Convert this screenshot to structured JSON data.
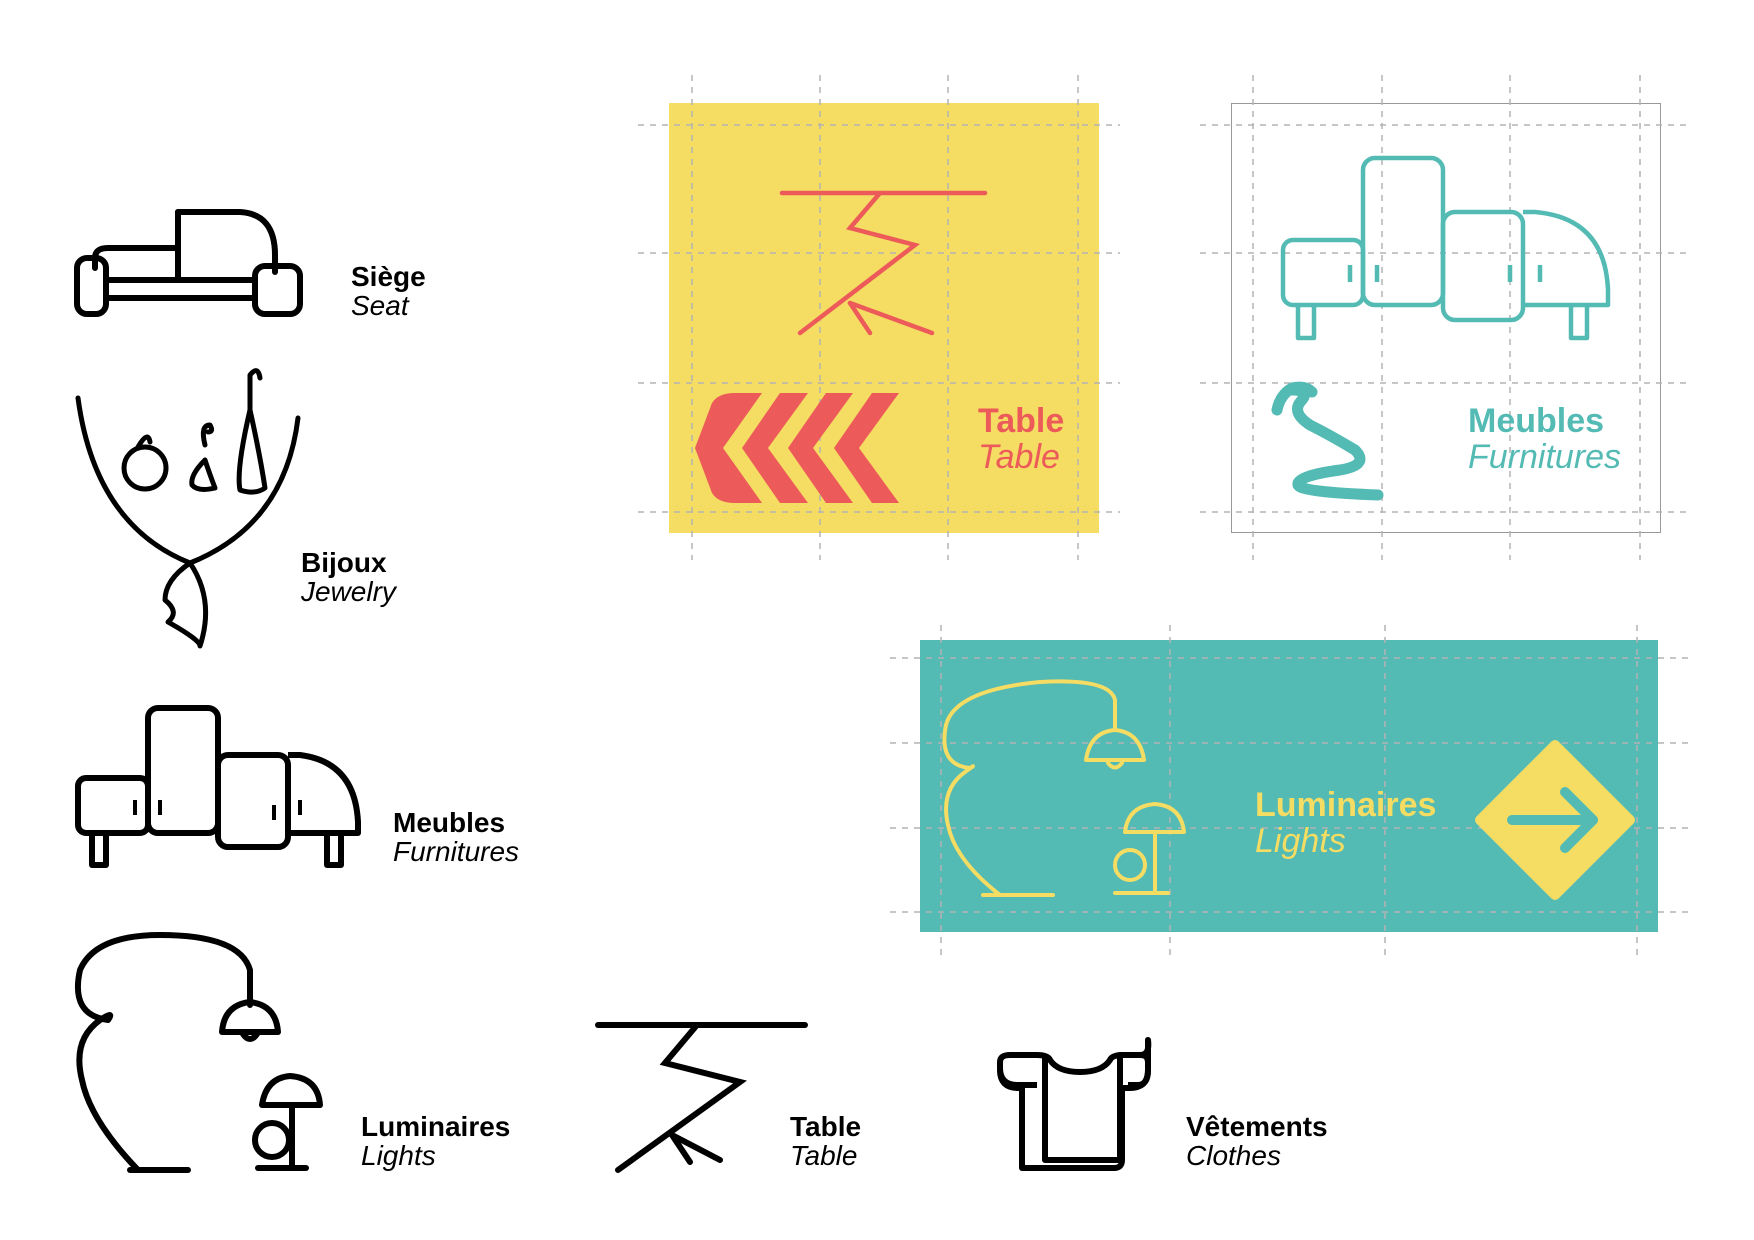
{
  "colors": {
    "yellow": "#F5DC63",
    "red": "#EC5B5A",
    "teal": "#53BAB4",
    "black": "#000000",
    "grid": "#b3b3b3"
  },
  "icons": {
    "seat": {
      "fr": "Siège",
      "en": "Seat"
    },
    "jewelry": {
      "fr": "Bijoux",
      "en": "Jewelry"
    },
    "furniture": {
      "fr": "Meubles",
      "en": "Furnitures"
    },
    "lights": {
      "fr": "Luminaires",
      "en": "Lights"
    },
    "table": {
      "fr": "Table",
      "en": "Table"
    },
    "clothes": {
      "fr": "Vêtements",
      "en": "Clothes"
    }
  },
  "signs": {
    "table": {
      "fr": "Table",
      "en": "Table",
      "arrow": "chevrons-left-icon"
    },
    "furniture": {
      "fr": "Meubles",
      "en": "Furnitures",
      "arrow": "squiggle-arrow-up-icon"
    },
    "lights": {
      "fr": "Luminaires",
      "en": "Lights",
      "arrow": "diamond-arrow-right-icon"
    }
  }
}
